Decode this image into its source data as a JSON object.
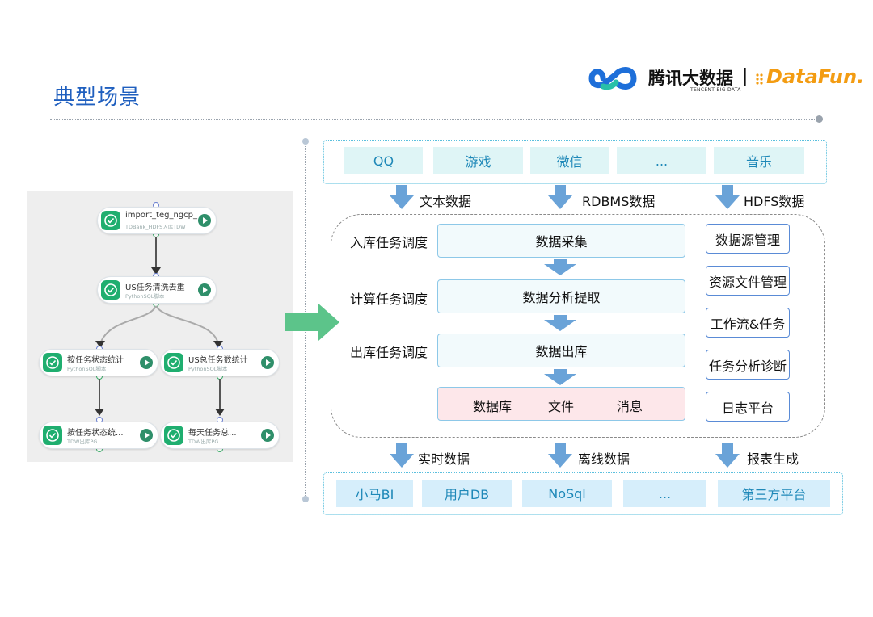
{
  "page": {
    "title": "典型场景"
  },
  "logo": {
    "tencent_name": "腾讯大数据",
    "tencent_sub": "TENCENT BIG DATA",
    "separator": "|",
    "datafun": "DataFun."
  },
  "workflow": {
    "nodes": [
      {
        "title": "import_teg_ngcp_",
        "subtitle": "TDBank_HDFS入库TDW"
      },
      {
        "title": "US任务清洗去重",
        "subtitle": "PythonSQL脚本"
      },
      {
        "title": "按任务状态统计",
        "subtitle": "PythonSQL脚本"
      },
      {
        "title": "US总任务数统计",
        "subtitle": "PythonSQL脚本"
      },
      {
        "title": "按任务状态统...",
        "subtitle": "TDW出库PG"
      },
      {
        "title": "每天任务总...",
        "subtitle": "TDW出库PG"
      }
    ]
  },
  "sources": [
    "QQ",
    "游戏",
    "微信",
    "...",
    "音乐"
  ],
  "source_data_labels": [
    "文本数据",
    "RDBMS数据",
    "HDFS数据"
  ],
  "schedulers": [
    "入库任务调度",
    "计算任务调度",
    "出库任务调度"
  ],
  "processes": [
    "数据采集",
    "数据分析提取",
    "数据出库"
  ],
  "sinks": [
    "数据库",
    "文件",
    "消息"
  ],
  "side_tools": [
    "数据源管理",
    "资源文件管理",
    "工作流&任务",
    "任务分析诊断",
    "日志平台"
  ],
  "output_data_labels": [
    "实时数据",
    "离线数据",
    "报表生成"
  ],
  "outputs": [
    "小马BI",
    "用户DB",
    "NoSql",
    "...",
    "第三方平台"
  ],
  "colors": {
    "title": "#1f5fbf",
    "arrow": "#6aa3d8",
    "big_arrow": "#5cc48a",
    "chip": "#dff5f6",
    "node_check": "#1fae6f",
    "sink_bg": "#fde7ea"
  }
}
